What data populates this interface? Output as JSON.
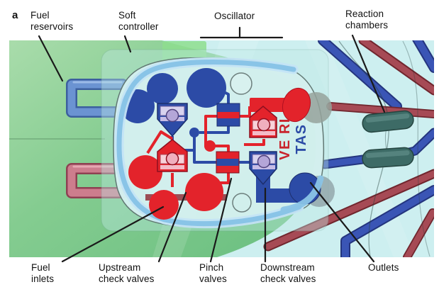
{
  "figure": {
    "panel_label": "a",
    "watermark": {
      "ve_ri": "VE RI",
      "tas": "TAS"
    }
  },
  "labels": {
    "fuel_reservoirs": {
      "line1": "Fuel",
      "line2": "reservoirs"
    },
    "soft_controller": {
      "line1": "Soft",
      "line2": "controller"
    },
    "oscillator": {
      "line1": "Oscillator",
      "line2": ""
    },
    "reaction_chambers": {
      "line1": "Reaction",
      "line2": "chambers"
    },
    "fuel_inlets": {
      "line1": "Fuel",
      "line2": "inlets"
    },
    "upstream_check_valves": {
      "line1": "Upstream",
      "line2": "check valves"
    },
    "pinch_valves": {
      "line1": "Pinch",
      "line2": "valves"
    },
    "downstream_check_valves": {
      "line1": "Downstream",
      "line2": "check valves"
    },
    "outlets": {
      "line1": "Outlets",
      "line2": ""
    }
  },
  "colors": {
    "body_green": "#7fca8e",
    "water_cyan": "#cdeff0",
    "channel_blue": "#3a55b5",
    "channel_red": "#a64a55",
    "circuit_blue": "#2c4ba6",
    "circuit_red": "#e3232b",
    "chamber_teal": "#3d6b66",
    "rim_blue": "#86c2e6",
    "valve_lavender": "#d8d2ee",
    "valve_pink": "#f8d2da",
    "reservoir_blue": "#6b93d2",
    "reservoir_red": "#cd7d8d",
    "veritas_red": "#c9242c",
    "veritas_blue": "#2c4ba6",
    "label_line": "#1a1a1a"
  }
}
